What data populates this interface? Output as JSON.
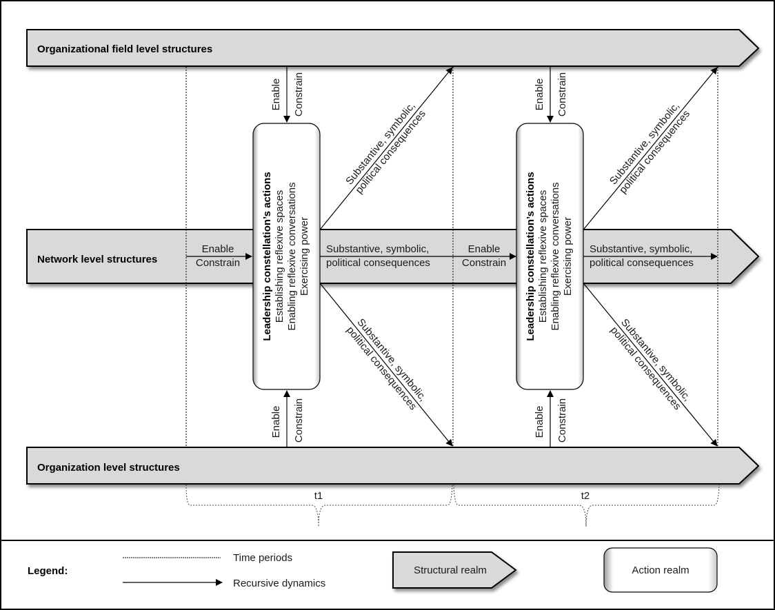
{
  "levels": {
    "field": "Organizational field level structures",
    "network": "Network level structures",
    "organization": "Organization level structures"
  },
  "action_box": {
    "title": "Leadership constellation’s actions",
    "lines": [
      "Establishing reflexive spaces",
      "Enabling reflexive conversations",
      "Exercising power"
    ]
  },
  "arrow_labels": {
    "enable": "Enable",
    "constrain": "Constrain",
    "consequence_line1": "Substantive, symbolic,",
    "consequence_line2": "political consequences"
  },
  "periods": [
    "t1",
    "t2"
  ],
  "legend": {
    "title": "Legend:",
    "time_periods": "Time periods",
    "recursive_dynamics": "Recursive dynamics",
    "structural_realm": "Structural realm",
    "action_realm": "Action realm"
  },
  "colors": {
    "structure_fill": "#d9d9d9",
    "action_fill": "#ffffff",
    "stroke": "#000000"
  }
}
